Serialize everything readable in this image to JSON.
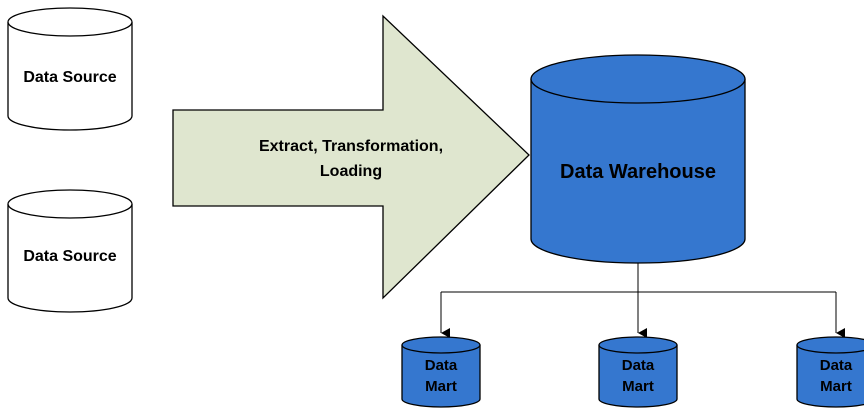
{
  "colors": {
    "arrow_fill": "#dfe6cf",
    "warehouse_fill": "#3577cf",
    "mart_fill": "#3577cf",
    "source_fill": "#ffffff",
    "stroke": "#000000"
  },
  "sources": [
    {
      "label": "Data Source"
    },
    {
      "label": "Data Source"
    }
  ],
  "etl": {
    "line1": "Extract, Transformation,",
    "line2": "Loading"
  },
  "warehouse": {
    "label": "Data Warehouse"
  },
  "marts": [
    {
      "line1": "Data",
      "line2": "Mart"
    },
    {
      "line1": "Data",
      "line2": "Mart"
    },
    {
      "line1": "Data",
      "line2": "Mart"
    }
  ]
}
